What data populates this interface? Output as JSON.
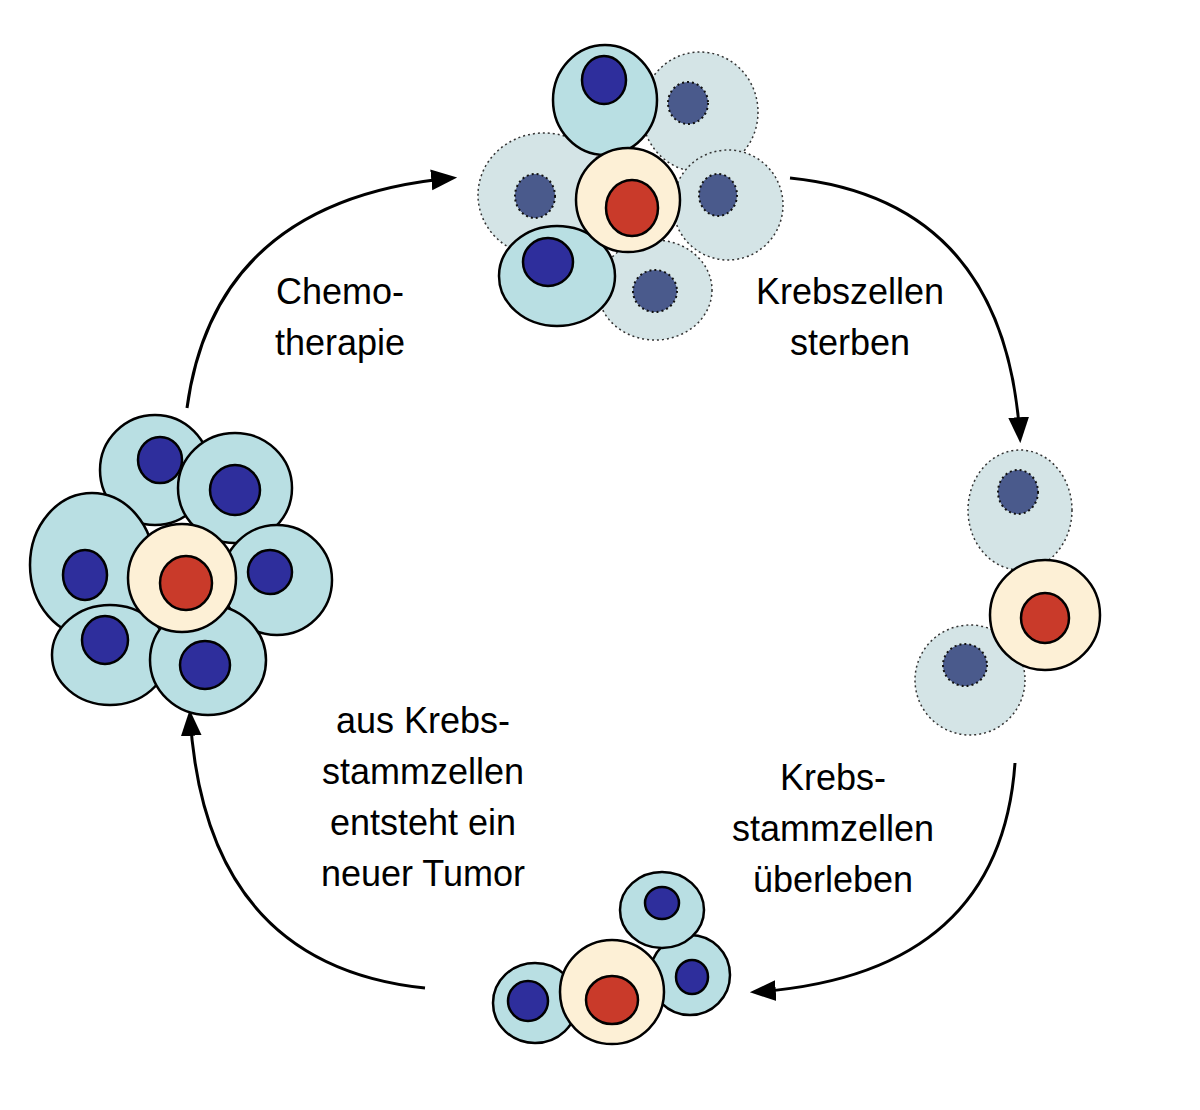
{
  "diagram": {
    "labels": [
      "Chemo- therapie",
      "Krebszellen sterben",
      "Krebs- stammzellen überleben",
      "aus Krebs- stammzellen entsteht ein neuer Tumor"
    ]
  }
}
